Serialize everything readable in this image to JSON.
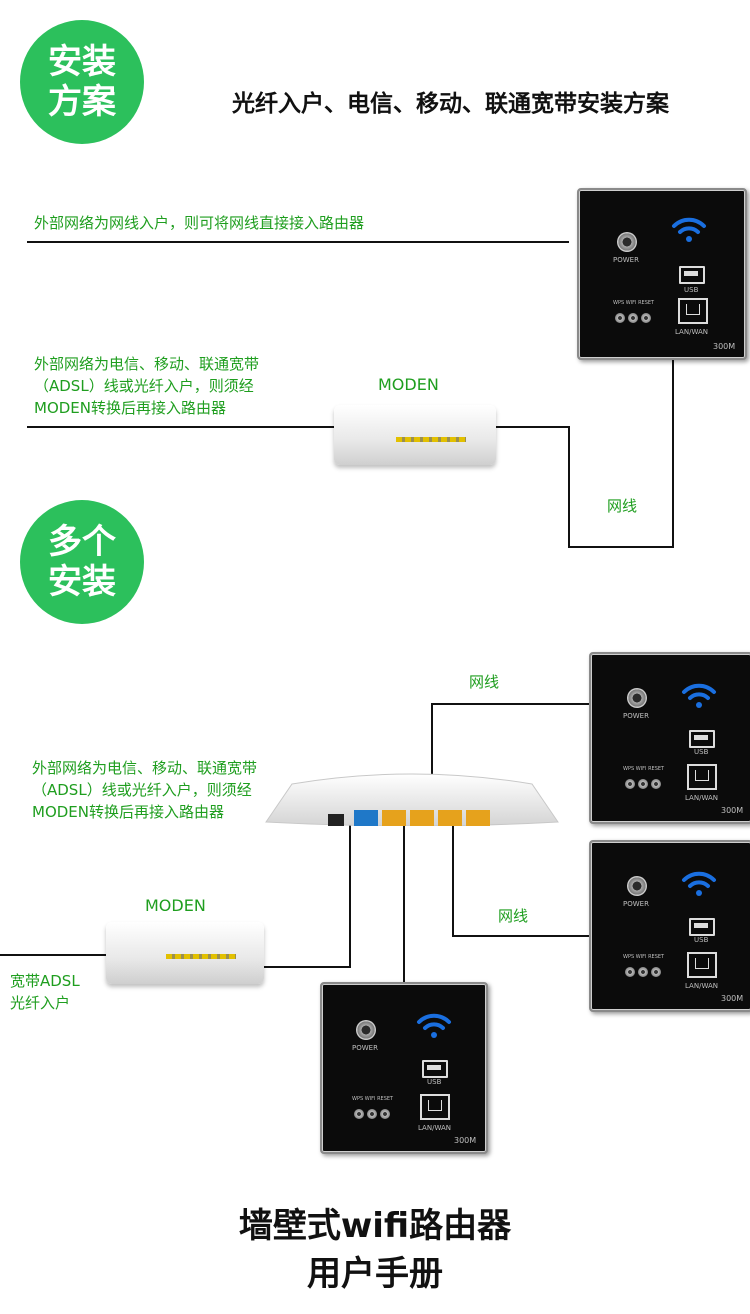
{
  "section1": {
    "badge_line1": "安装",
    "badge_line2": "方案",
    "title": "光纤入户、电信、移动、联通宽带安装方案",
    "note_direct": "外部网络为网线入户，则可将网线直接接入路由器",
    "note_adsl": [
      "外部网络为电信、移动、联通宽带",
      "（ADSL）线或光纤入户，则须经",
      "MODEN转换后再接入路由器"
    ],
    "modem_label": "MODEN",
    "cable_label": "网线"
  },
  "section2": {
    "badge_line1": "多个",
    "badge_line2": "安装",
    "note_adsl": [
      "外部网络为电信、移动、联通宽带",
      "（ADSL）线或光纤入户，则须经",
      "MODEN转换后再接入路由器"
    ],
    "modem_label": "MODEN",
    "cable_label_1": "网线",
    "cable_label_2": "网线",
    "input_label": [
      "宽带ADSL",
      "光纤入户"
    ]
  },
  "panel": {
    "power": "POWER",
    "usb": "USB",
    "lan": "LAN/WAN",
    "model": "300M",
    "btn_labels": "WPS  WIFI  RESET"
  },
  "footer": {
    "line1": "墙壁式wifi路由器",
    "line2": "用户手册"
  },
  "colors": {
    "badge": "#2cc05c",
    "text_green": "#1f9e1f",
    "wifi_blue": "#1a6fe0",
    "port_blue": "#1f78c8",
    "port_yellow": "#e6a21c"
  }
}
